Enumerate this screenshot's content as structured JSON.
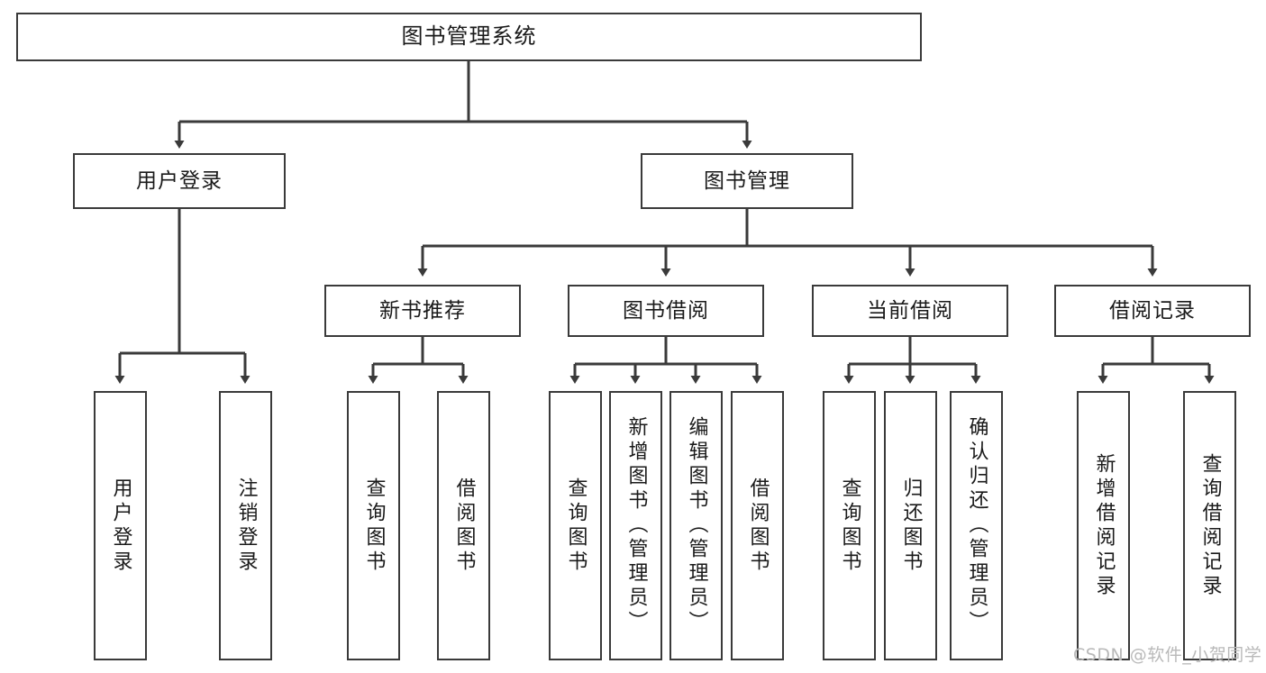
{
  "diagram": {
    "title": "图书管理系统",
    "type": "hierarchy-tree",
    "colors": {
      "stroke": "#3a3a3a",
      "fill": "#ffffff",
      "text": "#1a1a1a",
      "watermark": "#b9b9b9"
    },
    "nodes": {
      "root": {
        "label": "图书管理系统"
      },
      "level2": [
        {
          "label": "用户登录"
        },
        {
          "label": "图书管理"
        }
      ],
      "level3": [
        {
          "label": "新书推荐"
        },
        {
          "label": "图书借阅"
        },
        {
          "label": "当前借阅"
        },
        {
          "label": "借阅记录"
        }
      ],
      "leaves": {
        "user_login": [
          {
            "label": "用户登录"
          },
          {
            "label": "注销登录"
          }
        ],
        "new_book_recommend": [
          {
            "label": "查询图书"
          },
          {
            "label": "借阅图书"
          }
        ],
        "book_borrow": [
          {
            "label": "查询图书"
          },
          {
            "label": "新增图书（管理员）"
          },
          {
            "label": "编辑图书（管理员）"
          },
          {
            "label": "借阅图书"
          }
        ],
        "current_borrow": [
          {
            "label": "查询图书"
          },
          {
            "label": "归还图书"
          },
          {
            "label": "确认归还（管理员）"
          }
        ],
        "borrow_record": [
          {
            "label": "新增借阅记录"
          },
          {
            "label": "查询借阅记录"
          }
        ]
      }
    }
  },
  "watermark": {
    "text": "CSDN @软件_小贺同学"
  }
}
